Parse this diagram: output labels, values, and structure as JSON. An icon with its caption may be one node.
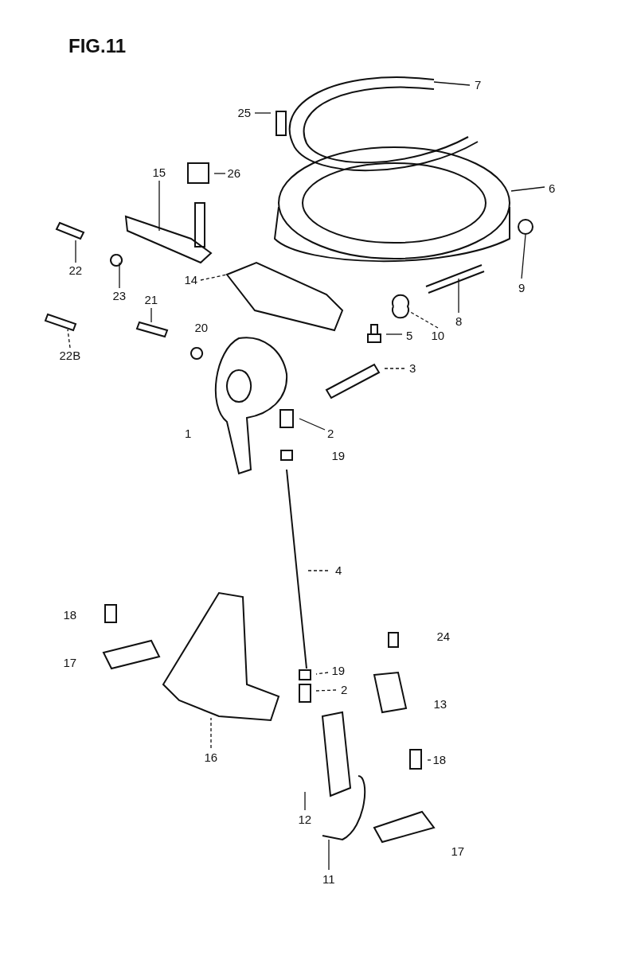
{
  "diagram": {
    "title": "FIG.11",
    "nodes": [
      {
        "text": [
          "7"
        ]
      },
      {
        "text": [
          "25"
        ]
      },
      {
        "text": [
          "26"
        ]
      },
      {
        "text": [
          "15"
        ]
      },
      {
        "text": [
          "6"
        ]
      },
      {
        "text": [
          "22"
        ]
      },
      {
        "text": [
          "23"
        ]
      },
      {
        "text": [
          "21"
        ]
      },
      {
        "text": [
          "14"
        ]
      },
      {
        "text": [
          "9"
        ]
      },
      {
        "text": [
          "8"
        ]
      },
      {
        "text": [
          "10"
        ]
      },
      {
        "text": [
          "5"
        ]
      },
      {
        "text": [
          "3"
        ]
      },
      {
        "text": [
          "2"
        ]
      },
      {
        "text": [
          "22B"
        ]
      },
      {
        "text": [
          "4"
        ]
      },
      {
        "text": [
          "19"
        ]
      },
      {
        "text": [
          "2"
        ]
      },
      {
        "text": [
          "16"
        ]
      },
      {
        "text": [
          "12"
        ]
      },
      {
        "text": [
          "11"
        ]
      },
      {
        "text": [
          "18"
        ]
      }
    ],
    "edges": [
      {
        "from": 0,
        "to": null,
        "arrow": "none"
      },
      {
        "from": 1,
        "to": null,
        "arrow": "none"
      },
      {
        "from": 2,
        "to": null,
        "arrow": "none"
      },
      {
        "from": 3,
        "to": null,
        "arrow": "none"
      },
      {
        "from": 4,
        "to": null,
        "arrow": "none"
      },
      {
        "from": 5,
        "to": null,
        "arrow": "none"
      },
      {
        "from": 6,
        "to": null,
        "arrow": "none"
      },
      {
        "from": 7,
        "to": null,
        "arrow": "none"
      },
      {
        "from": 8,
        "to": null,
        "arrow": "none",
        "style": "dashed"
      },
      {
        "from": 9,
        "to": null,
        "arrow": "none"
      },
      {
        "from": 10,
        "to": null,
        "arrow": "none"
      },
      {
        "from": 11,
        "to": null,
        "arrow": "none",
        "style": "dashed"
      },
      {
        "from": 12,
        "to": null,
        "arrow": "none"
      },
      {
        "from": 13,
        "to": null,
        "arrow": "none",
        "style": "dashed"
      },
      {
        "from": 14,
        "to": null,
        "arrow": "none"
      },
      {
        "from": 15,
        "to": null,
        "arrow": "none",
        "style": "dashed"
      },
      {
        "from": 16,
        "to": null,
        "arrow": "none",
        "style": "dashed"
      },
      {
        "from": 17,
        "to": null,
        "arrow": "none",
        "style": "dashed"
      },
      {
        "from": 18,
        "to": null,
        "arrow": "none",
        "style": "dashed"
      },
      {
        "from": 19,
        "to": null,
        "arrow": "none",
        "style": "dashed"
      },
      {
        "from": 20,
        "to": null,
        "arrow": "none"
      },
      {
        "from": 21,
        "to": null,
        "arrow": "none"
      },
      {
        "from": 22,
        "to": null,
        "arrow": "none",
        "style": "dashed"
      }
    ],
    "labels": [
      "20",
      "1",
      "19",
      "18",
      "17",
      "24",
      "13",
      "17"
    ]
  }
}
